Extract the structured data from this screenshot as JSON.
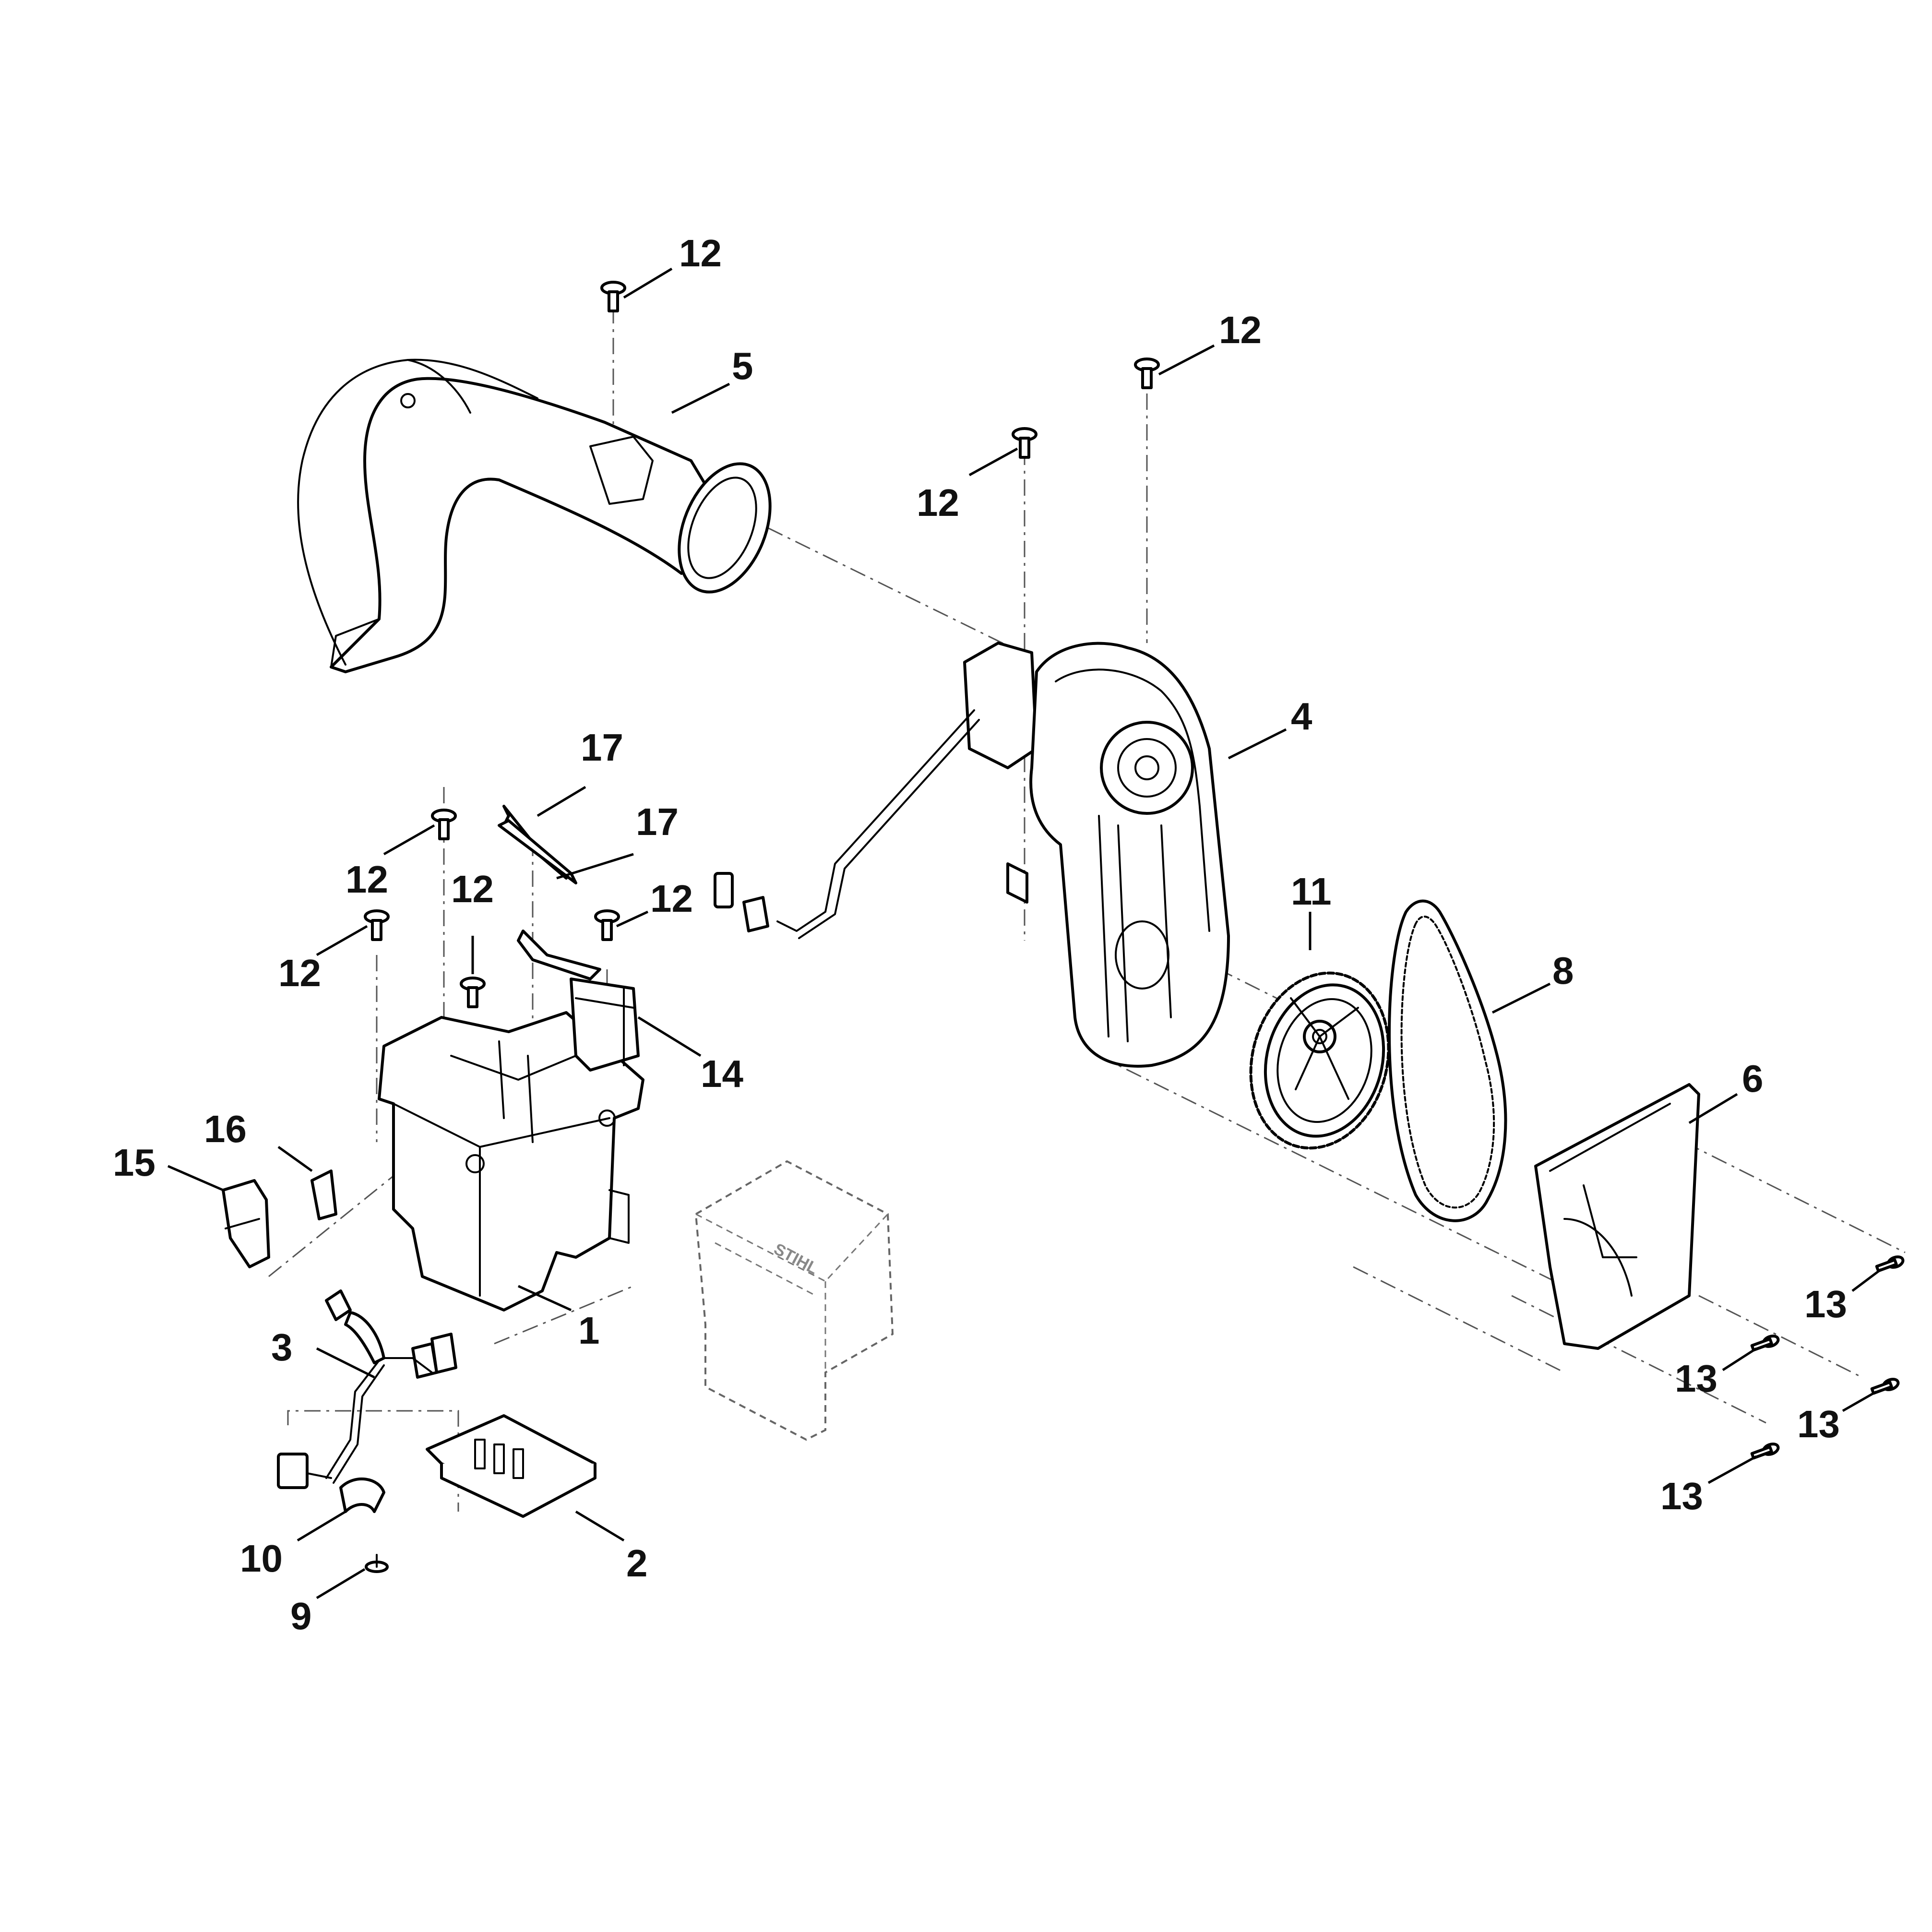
{
  "callouts": [
    {
      "id": "c12a",
      "text": "12"
    },
    {
      "id": "c5",
      "text": "5"
    },
    {
      "id": "c12b",
      "text": "12"
    },
    {
      "id": "c12c",
      "text": "12"
    },
    {
      "id": "c4",
      "text": "4"
    },
    {
      "id": "c17a",
      "text": "17"
    },
    {
      "id": "c17b",
      "text": "17"
    },
    {
      "id": "c12d",
      "text": "12"
    },
    {
      "id": "c12e",
      "text": "12"
    },
    {
      "id": "c12f",
      "text": "12"
    },
    {
      "id": "c12g",
      "text": "12"
    },
    {
      "id": "c11",
      "text": "11"
    },
    {
      "id": "c8",
      "text": "8"
    },
    {
      "id": "c14",
      "text": "14"
    },
    {
      "id": "c16",
      "text": "16"
    },
    {
      "id": "c15",
      "text": "15"
    },
    {
      "id": "c6",
      "text": "6"
    },
    {
      "id": "c1",
      "text": "1"
    },
    {
      "id": "c3",
      "text": "3"
    },
    {
      "id": "c13a",
      "text": "13"
    },
    {
      "id": "c13b",
      "text": "13"
    },
    {
      "id": "c13c",
      "text": "13"
    },
    {
      "id": "c13d",
      "text": "13"
    },
    {
      "id": "c2",
      "text": "2"
    },
    {
      "id": "c10",
      "text": "10"
    },
    {
      "id": "c9",
      "text": "9"
    }
  ],
  "battery_logo": "STIHL"
}
